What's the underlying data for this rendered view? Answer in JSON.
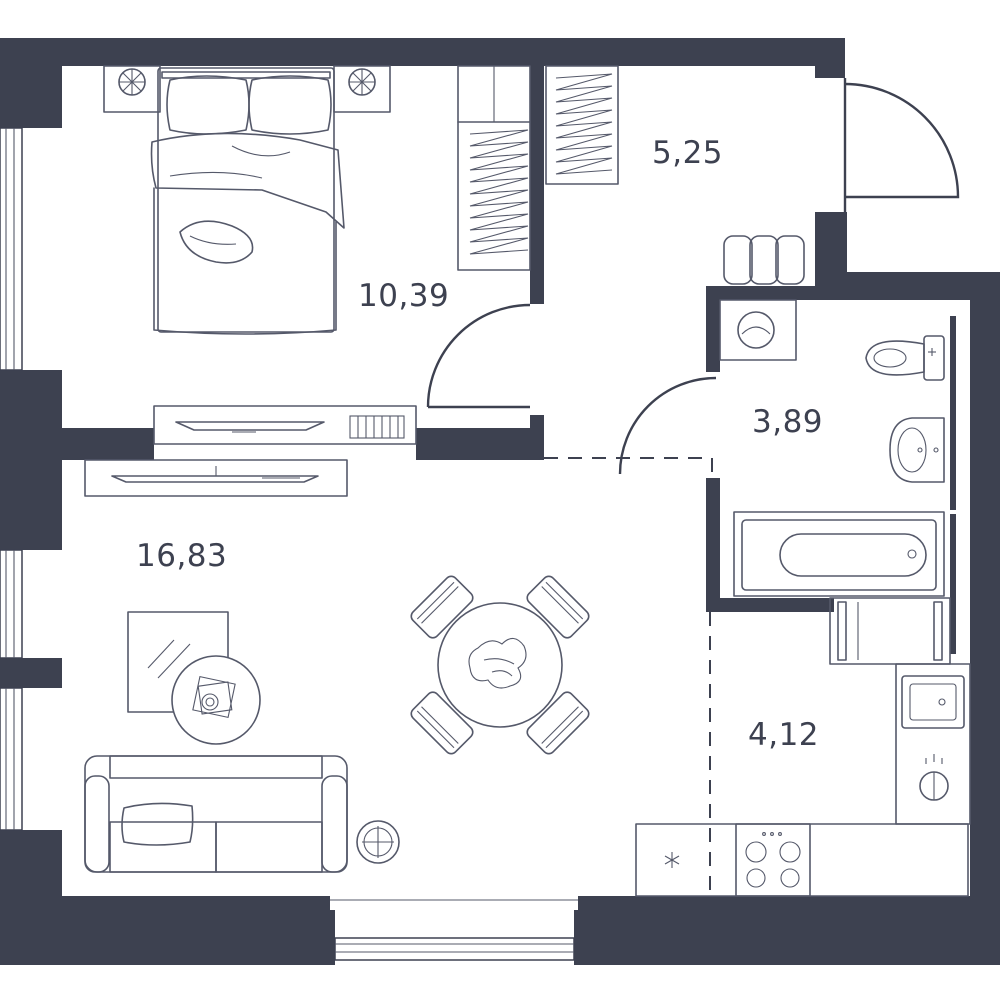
{
  "floorplan": {
    "rooms": [
      {
        "id": "bedroom",
        "area": "10,39"
      },
      {
        "id": "hall",
        "area": "5,25"
      },
      {
        "id": "bathroom",
        "area": "3,89"
      },
      {
        "id": "living",
        "area": "16,83"
      },
      {
        "id": "kitchen",
        "area": "4,12"
      }
    ]
  },
  "colors": {
    "wall": "#3d4150",
    "line": "#55596a",
    "label": "#3d4150"
  },
  "icons": [
    "bed-icon",
    "nightstand-lamp-icon",
    "wardrobe-icon",
    "tv-icon",
    "pouf-icon",
    "washing-machine-icon",
    "toilet-icon",
    "sink-icon",
    "bathtub-icon",
    "dining-table-icon",
    "chair-icon",
    "coffee-table-icon",
    "sofa-icon",
    "floor-lamp-icon",
    "stove-icon",
    "kitchen-sink-icon",
    "fridge-icon",
    "faucet-icon",
    "rug-icon"
  ]
}
